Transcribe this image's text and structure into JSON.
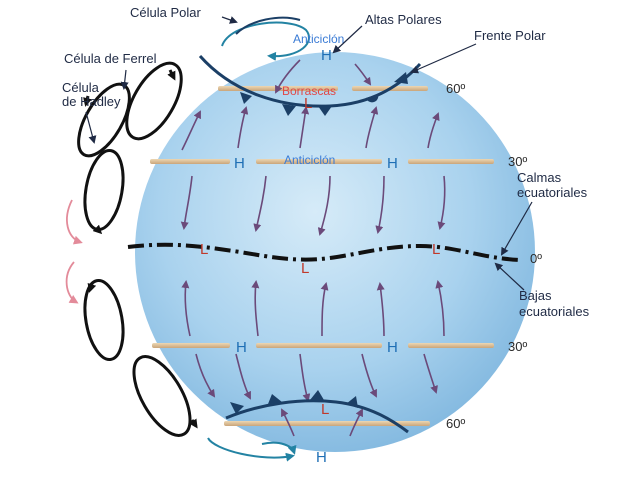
{
  "labels": {
    "polar_cell": "Célula Polar",
    "ferrel_cell": "Célula de Ferrel",
    "hadley_cell_1": "Célula",
    "hadley_cell_2": "de Hadley",
    "polar_highs": "Altas Polares",
    "polar_front": "Frente Polar",
    "equatorial_calms_1": "Calmas",
    "equatorial_calms_2": "ecuatoriales",
    "equatorial_lows_1": "Bajas",
    "equatorial_lows_2": "ecuatoriales"
  },
  "latitudes": {
    "n60": "60º",
    "n30": "30º",
    "eq": "0º",
    "s30": "30º",
    "s60": "60º"
  },
  "inner": {
    "anticyclone_top": "Anticiclón",
    "storms": "Borrascas",
    "anticyclone_mid": "Anticiclón"
  },
  "pressure": {
    "high": "H",
    "low": "L"
  },
  "colors": {
    "globe": "#a9d2ee",
    "wind_arrow": "#6b4a7a",
    "high_letter": "#1f6fb5",
    "low_letter": "#c0392b",
    "latitude_band": "#d9b98c",
    "front": "#1b3f66",
    "polar_cell_arrow": "#2383a3"
  }
}
